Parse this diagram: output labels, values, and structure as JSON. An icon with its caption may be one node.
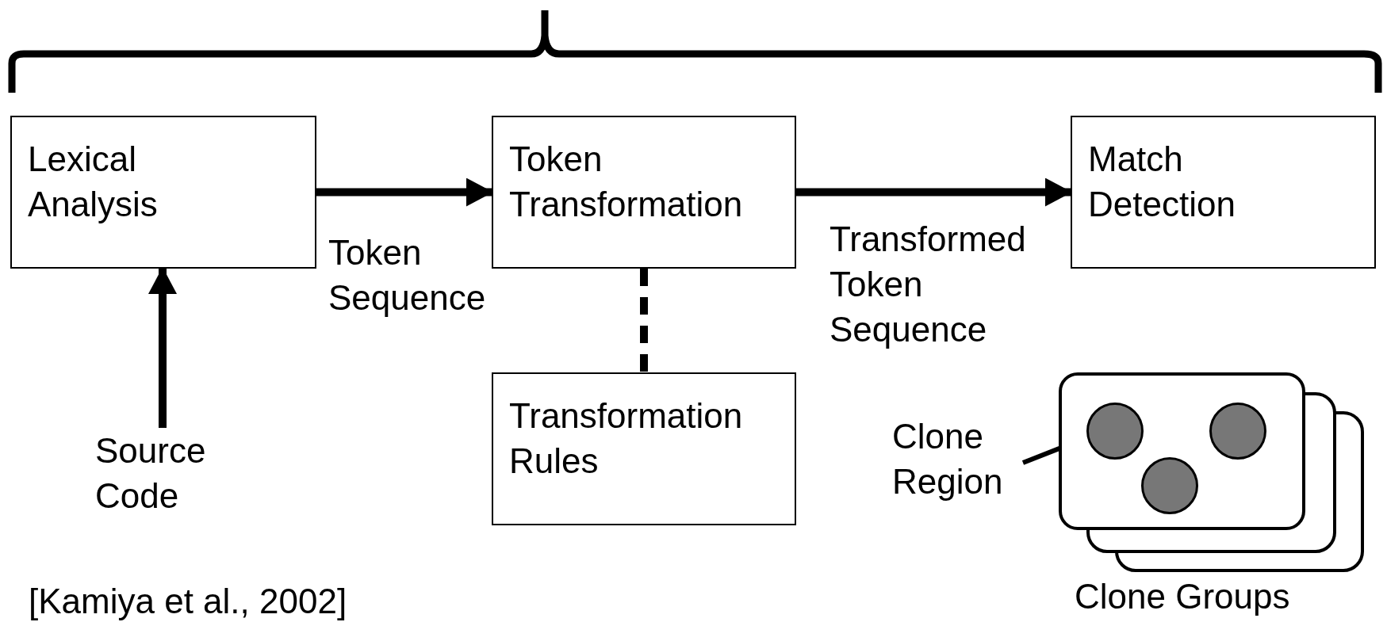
{
  "diagram": {
    "caption": "[Kamiya et al., 2002]",
    "nodes": [
      {
        "text": [
          "Lexical Analysis"
        ]
      },
      {
        "text": [
          "Token Transformation"
        ]
      },
      {
        "text": [
          "Match Detection"
        ]
      },
      {
        "text": [
          "Source Code"
        ]
      },
      {
        "text": [
          "Transformation Rules"
        ]
      },
      {
        "text": [
          "Clone Region"
        ]
      },
      {
        "text": [],
        "shape": "box",
        "beside": [
          "Clone Groups"
        ]
      },
      {
        "text": [],
        "shape": "circle",
        "in": 6
      },
      {
        "text": [],
        "shape": "circle",
        "in": 6
      },
      {
        "text": [],
        "shape": "circle",
        "in": 6
      }
    ],
    "edges": [
      {
        "from": 0,
        "to": 1,
        "arrow": "to",
        "label": "Token Sequence"
      },
      {
        "from": 1,
        "to": 2,
        "arrow": "to",
        "label": "Transformed Token Sequence"
      },
      {
        "from": 3,
        "to": 0,
        "arrow": "to"
      },
      {
        "from": 1,
        "to": 4,
        "arrow": "none",
        "style": "dashed"
      },
      {
        "from": 5,
        "to": 7,
        "arrow": "none"
      }
    ]
  }
}
